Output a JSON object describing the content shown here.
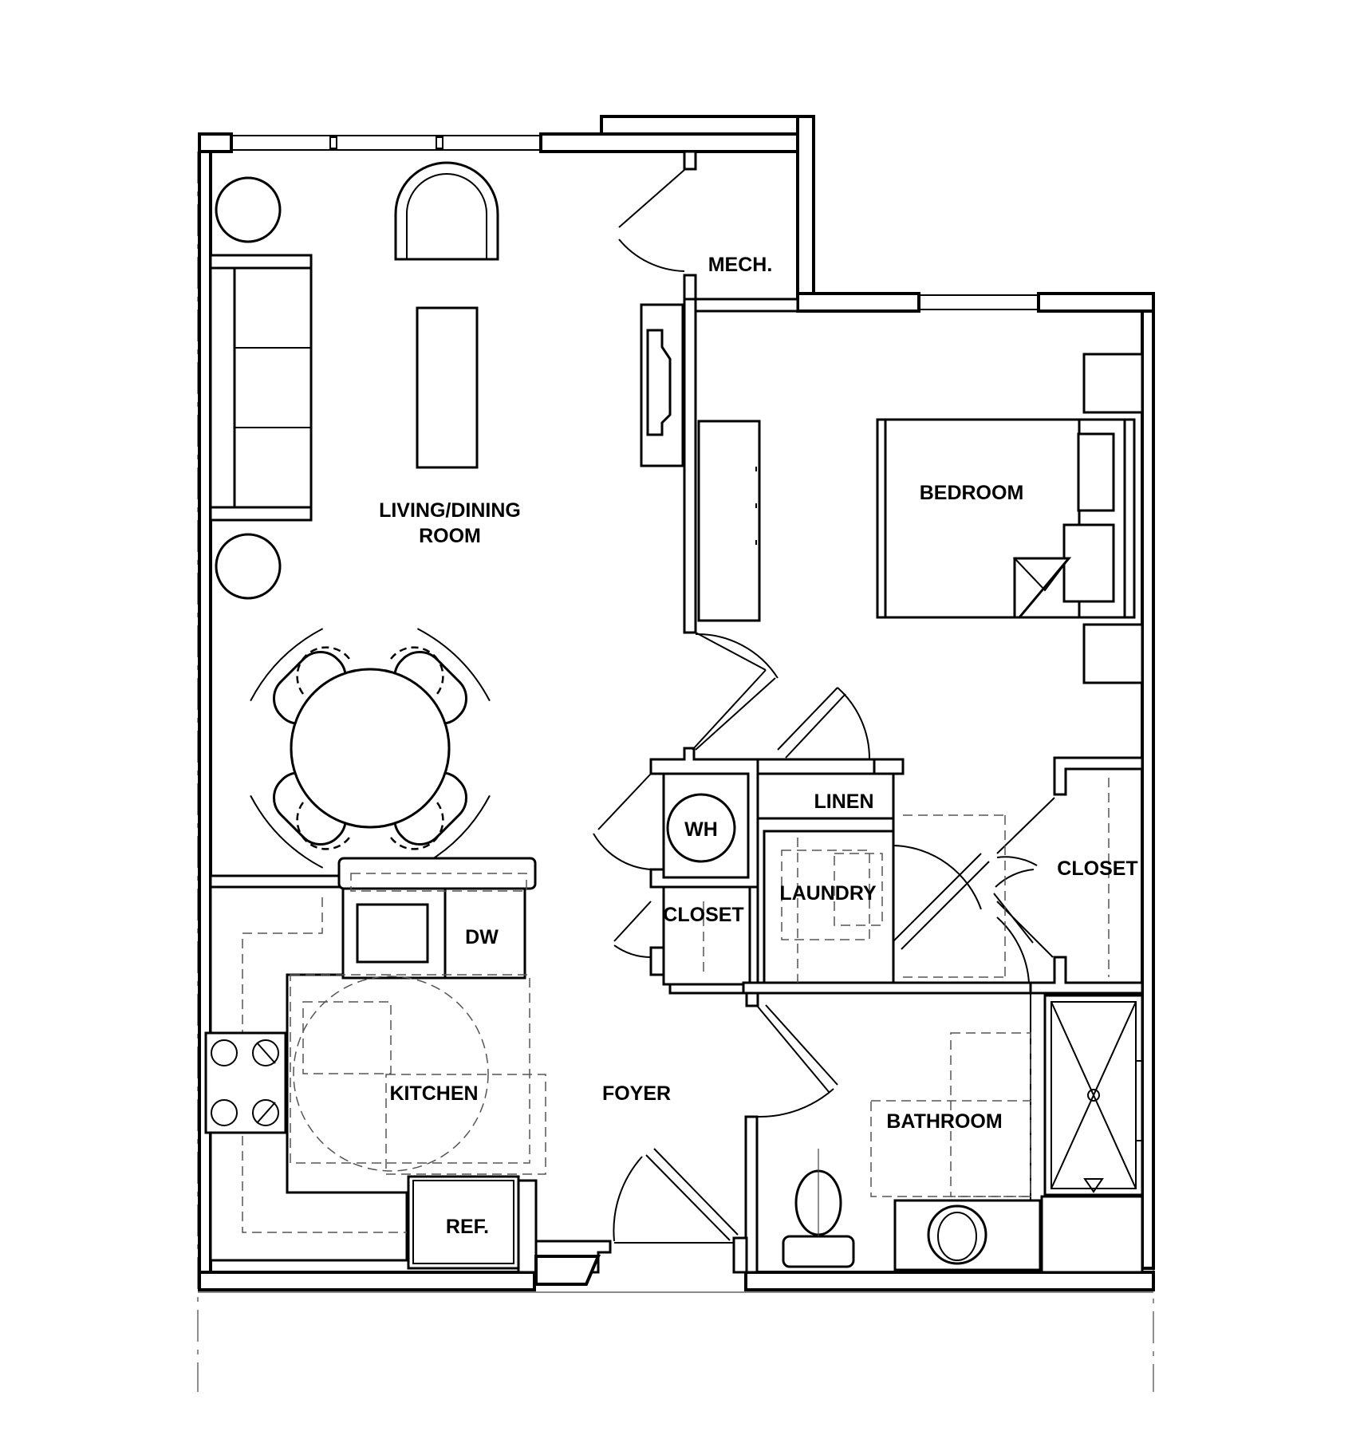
{
  "rooms": {
    "living_line1": "LIVING/DINING",
    "living_line2": "ROOM",
    "mech": "MECH.",
    "bedroom": "BEDROOM",
    "wh": "WH",
    "linen": "LINEN",
    "laundry": "LAUNDRY",
    "closet_hall": "CLOSET",
    "closet_bedroom": "CLOSET",
    "dw": "DW",
    "kitchen": "KITCHEN",
    "foyer": "FOYER",
    "bathroom": "BATHROOM",
    "ref": "REF."
  }
}
